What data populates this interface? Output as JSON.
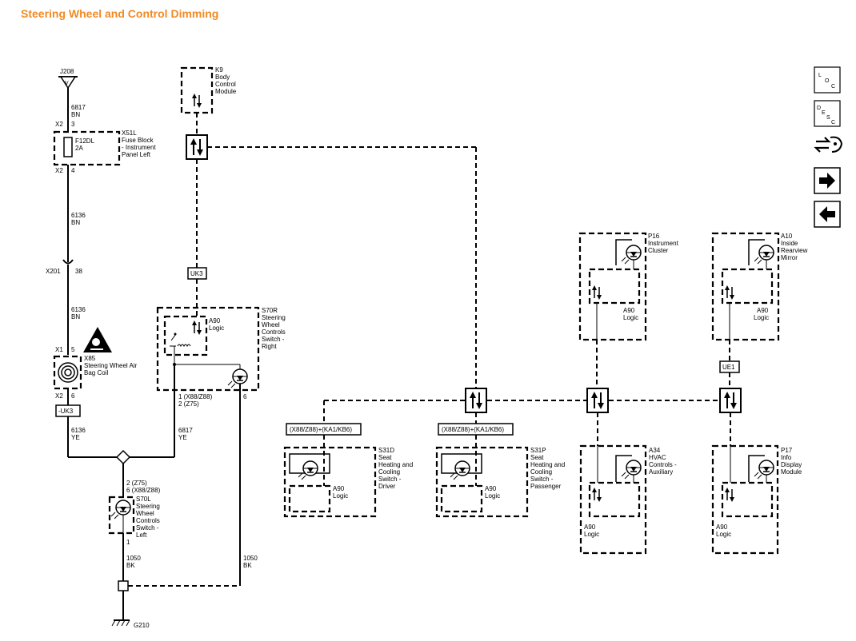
{
  "title": "Steering Wheel and Control Dimming",
  "nav": {
    "loc_letters": [
      "L",
      "O",
      "C"
    ],
    "desc_letters": [
      "D",
      "E",
      "S",
      "C"
    ]
  },
  "labels": {
    "j208": "J208",
    "w6817_1": "6817",
    "bn_1": "BN",
    "x2_3a": "X2",
    "x2_3b": "3",
    "x51l_name": "X51L",
    "x51l_desc": [
      "Fuse Block",
      "- Instrument",
      "Panel Left"
    ],
    "fuse_name": "F12DL",
    "fuse_rating": "2A",
    "x2_4a": "X2",
    "x2_4b": "4",
    "w6136_1": "6136",
    "bn_2": "BN",
    "x201": "X201",
    "x201_pin": "38",
    "w6136_2": "6136",
    "bn_3": "BN",
    "x1_5a": "X1",
    "x1_5b": "5",
    "x85_name": "X85",
    "x85_desc": [
      "Steering Wheel Air",
      "Bag Coil"
    ],
    "x2_6a": "X2",
    "x2_6b": "6",
    "uk3_neg": "-UK3",
    "w6136_3": "6136",
    "ye_1": "YE",
    "k9_name": "K9",
    "k9_desc": [
      "Body",
      "Control",
      "Module"
    ],
    "uk3": "UK3",
    "s70r_name": "S70R",
    "s70r_desc": [
      "Steering",
      "Wheel",
      "Controls",
      "Switch -",
      "Right"
    ],
    "a90": "A90",
    "logic": "Logic",
    "s70r_pin1": "1 (X88/Z88)",
    "s70r_pin2": "2 (Z75)",
    "s70r_pin6": "6",
    "w6817_2": "6817",
    "ye_2": "YE",
    "s70l_pin2": "2 (Z75)",
    "s70l_pin6": "6 (X88/Z88)",
    "s70l_name": "S70L",
    "s70l_desc": [
      "Steering",
      "Wheel",
      "Controls",
      "Switch -",
      "Left"
    ],
    "s70l_pin1": "1",
    "w1050_1": "1050",
    "bk_1": "BK",
    "w1050_2": "1050",
    "bk_2": "BK",
    "g210": "G210",
    "opt_driver": "(X88/Z88)+(KA1/KB6)",
    "opt_pass": "(X88/Z88)+(KA1/KB6)",
    "s31d_name": "S31D",
    "s31d_desc": [
      "Seat",
      "Heating and",
      "Cooling",
      "Switch -",
      "Driver"
    ],
    "s31p_name": "S31P",
    "s31p_desc": [
      "Seat",
      "Heating and",
      "Cooling",
      "Switch -",
      "Passenger"
    ],
    "p16_name": "P16",
    "p16_desc": [
      "Instrument",
      "Cluster"
    ],
    "a10_name": "A10",
    "a10_desc": [
      "Inside",
      "Rearview",
      "Mirror"
    ],
    "ue1": "UE1",
    "a34_name": "A34",
    "a34_desc": [
      "HVAC",
      "Controls -",
      "Auxiliary"
    ],
    "p17_name": "P17",
    "p17_desc": [
      "Info",
      "Display",
      "Module"
    ]
  },
  "colors": {
    "title": "#f08a24",
    "line": "#000000"
  }
}
